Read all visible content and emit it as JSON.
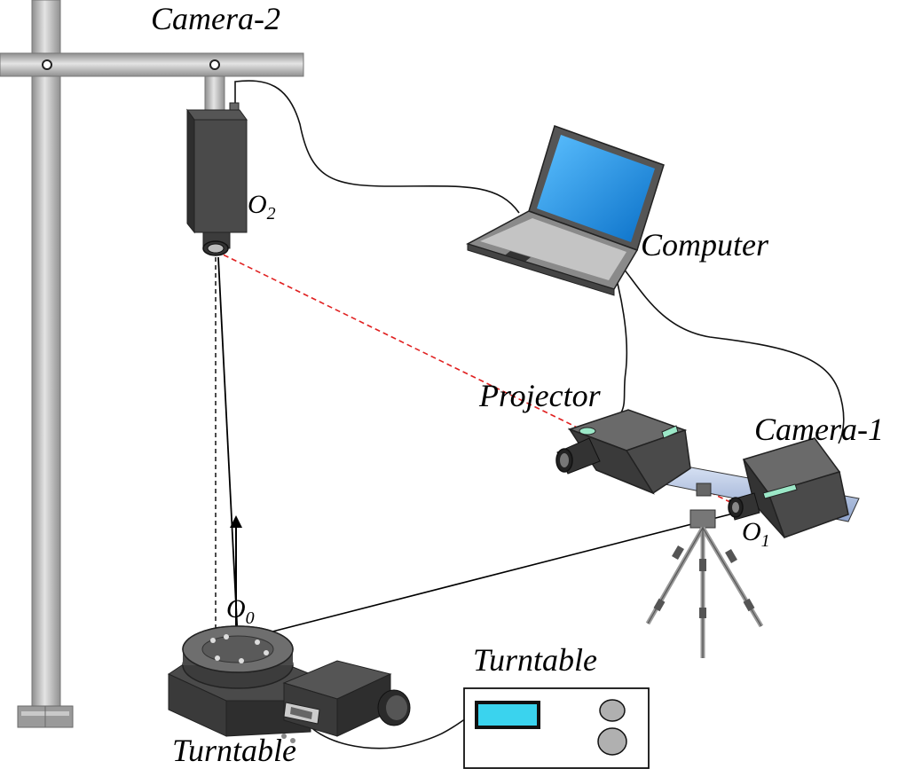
{
  "labels": {
    "camera2": "Camera-2",
    "computer": "Computer",
    "projector": "Projector",
    "camera1": "Camera-1",
    "turntable_top": "Turntable",
    "turntable_bottom": "Turntable",
    "o2_main": "O",
    "o2_sub": "2",
    "o1_main": "O",
    "o1_sub": "1",
    "o0_main": "O",
    "o0_sub": "0"
  },
  "colors": {
    "pipe": "#b4b4b4",
    "device_body": "#4a4a4a",
    "laptop_screen": "#1e90e0",
    "controller_display": "#3ad3ee",
    "red_ray": "#e02020",
    "rail": "#b8c8e8",
    "lens_light": "#9ce8c8"
  },
  "icons": {
    "camera2": "industrial-camera-icon",
    "camera1": "industrial-camera-icon",
    "projector": "projector-icon",
    "computer": "laptop-icon",
    "turntable": "rotary-stage-icon",
    "controller": "turntable-controller-icon",
    "tripod": "tripod-icon",
    "gantry": "pipe-gantry-icon"
  }
}
